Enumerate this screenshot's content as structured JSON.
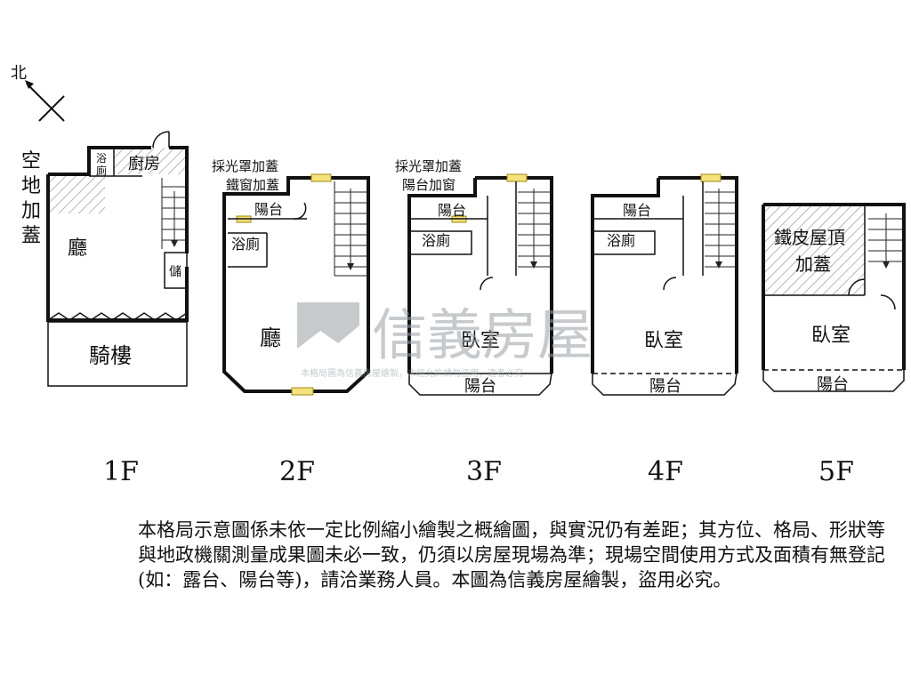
{
  "compass": {
    "north_label": "北"
  },
  "floors": [
    {
      "id": "1F",
      "label": "1F",
      "rooms": {
        "empty_lot": [
          "空",
          "地",
          "加",
          "蓋"
        ],
        "kitchen": "廚房",
        "bath": [
          "浴",
          "廁"
        ],
        "hall": "廳",
        "storage": [
          "儲"
        ],
        "arcade": "騎樓"
      }
    },
    {
      "id": "2F",
      "label": "2F",
      "rooms": {
        "note1": "採光罩加蓋",
        "note2": "鐵窗加蓋",
        "balcony": "陽台",
        "bath": "浴廁",
        "hall": "廳"
      }
    },
    {
      "id": "3F",
      "label": "3F",
      "rooms": {
        "note1": "採光罩加蓋",
        "note2": "陽台加窗",
        "balcony_rear": "陽台",
        "bath": "浴廁",
        "bedroom": "臥室",
        "balcony_front": "陽台"
      }
    },
    {
      "id": "4F",
      "label": "4F",
      "rooms": {
        "balcony_rear": "陽台",
        "bath": "浴廁",
        "bedroom": "臥室",
        "balcony_front": "陽台"
      }
    },
    {
      "id": "5F",
      "label": "5F",
      "rooms": {
        "addition": [
          "鐵皮屋頂",
          "加蓋"
        ],
        "bedroom": "臥室",
        "balcony_front": "陽台"
      }
    }
  ],
  "watermark": {
    "brand": "信義房屋",
    "line": "本格局圖為信義房屋繪製，未經允許請勿盜用，違者必究"
  },
  "notice": "本格局示意圖係未依一定比例縮小繪製之概繪圖，與實況仍有差距；其方位、格局、形狀等與地政機關測量成果圖未必一致，仍須以房屋現場為準；現場空間使用方式及面積有無登記(如：露台、陽台等)，請洽業務人員。本圖為信義房屋繪製，盜用必究。",
  "colors": {
    "window": "#f5e27a",
    "hatch": "#888888",
    "watermark": "#9aa0a6"
  }
}
